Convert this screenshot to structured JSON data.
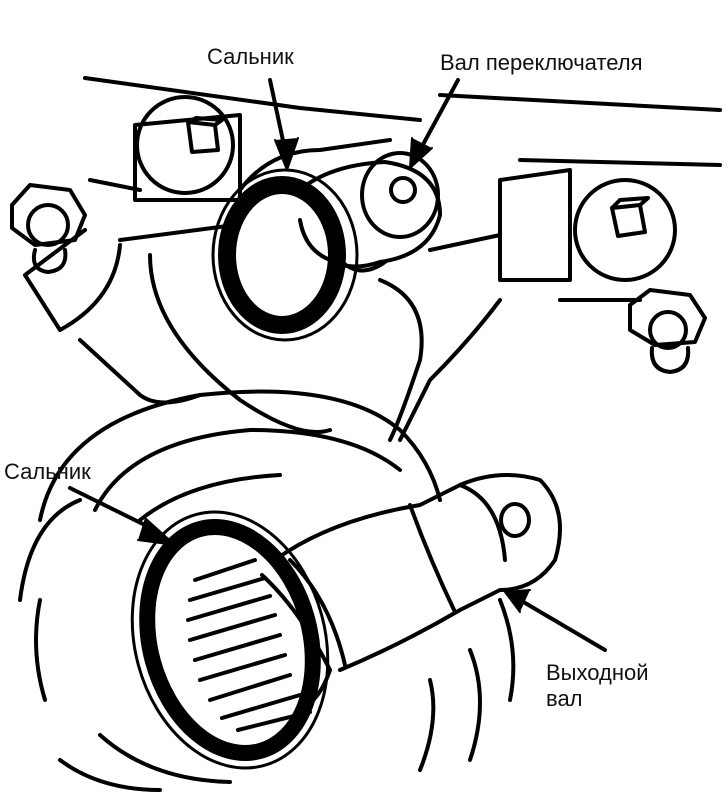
{
  "labels": {
    "seal_top": "Сальник",
    "selector_shaft": "Вал переключателя",
    "seal_bottom": "Сальник",
    "output_shaft_line1": "Выходной",
    "output_shaft_line2": "вал"
  },
  "colors": {
    "ink": "#000000",
    "paper": "#ffffff"
  }
}
